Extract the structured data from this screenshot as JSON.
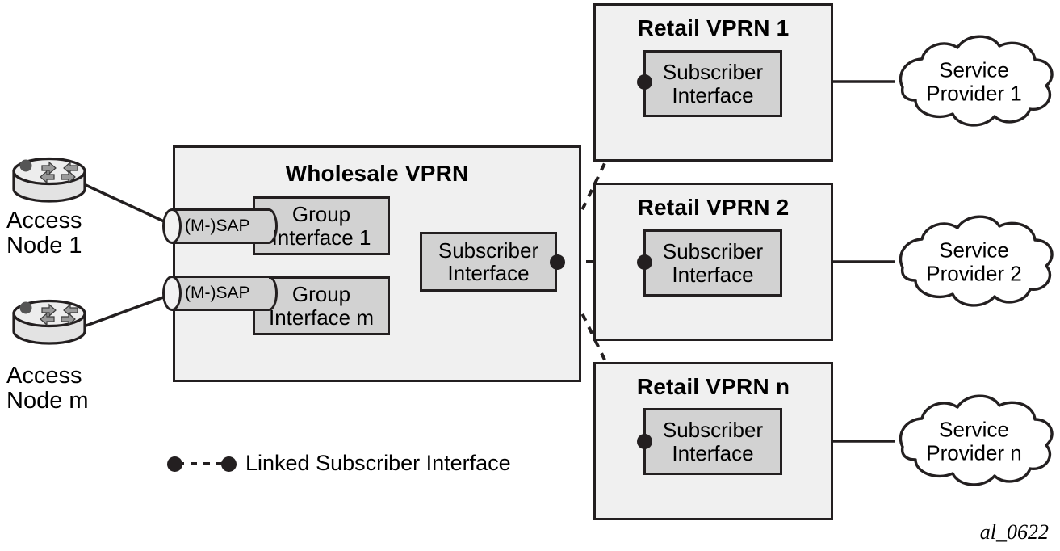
{
  "figure": {
    "code": "al_0622"
  },
  "access_nodes": [
    {
      "id": "access-node-1",
      "line1": "Access",
      "line2": "Node 1",
      "icon": "router-icon"
    },
    {
      "id": "access-node-m",
      "line1": "Access",
      "line2": "Node m",
      "icon": "router-icon"
    }
  ],
  "wholesale": {
    "title": "Wholesale VPRN",
    "saps": [
      {
        "label": "(M-)SAP"
      },
      {
        "label": "(M-)SAP"
      }
    ],
    "group_interfaces": [
      {
        "line1": "Group",
        "line2": "Interface 1"
      },
      {
        "line1": "Group",
        "line2": "Interface m"
      }
    ],
    "subscriber_interface": {
      "line1": "Subscriber",
      "line2": "Interface"
    }
  },
  "retail_vprns": [
    {
      "title": "Retail VPRN 1",
      "subscriber_interface": {
        "line1": "Subscriber",
        "line2": "Interface"
      },
      "provider": {
        "line1": "Service",
        "line2": "Provider 1"
      }
    },
    {
      "title": "Retail VPRN 2",
      "subscriber_interface": {
        "line1": "Subscriber",
        "line2": "Interface"
      },
      "provider": {
        "line1": "Service",
        "line2": "Provider 2"
      }
    },
    {
      "title": "Retail VPRN n",
      "subscriber_interface": {
        "line1": "Subscriber",
        "line2": "Interface"
      },
      "provider": {
        "line1": "Service",
        "line2": "Provider n"
      }
    }
  ],
  "legend": {
    "label": "Linked Subscriber Interface"
  },
  "colors": {
    "stroke": "#231f20",
    "panel_fill": "#f0f0f0",
    "box_fill": "#d2d2d2",
    "page": "#ffffff"
  }
}
